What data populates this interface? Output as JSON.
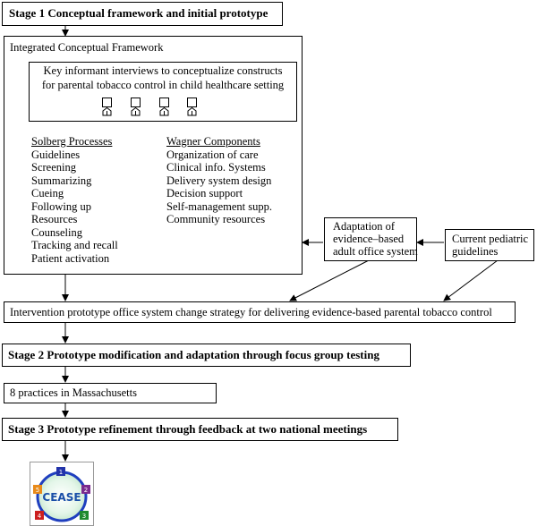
{
  "stage1": {
    "title": "Stage 1  Conceptual framework and initial prototype"
  },
  "framework": {
    "title": "Integrated Conceptual Framework",
    "interviews": {
      "line1": "Key informant interviews to conceptualize constructs",
      "line2": "for parental tobacco control in child healthcare setting",
      "person_icons": [
        "person-icon",
        "person-icon",
        "person-icon",
        "person-icon"
      ]
    },
    "solberg": {
      "heading": "Solberg Processes",
      "items": [
        "Guidelines",
        "Screening",
        "Summarizing",
        "Cueing",
        "Following up",
        "Resources",
        "Counseling",
        "Tracking and recall",
        "Patient activation"
      ]
    },
    "wagner": {
      "heading": "Wagner Components",
      "items": [
        "Organization of care",
        "Clinical info. Systems",
        "Delivery system design",
        "Decision support",
        "Self-management supp.",
        "Community resources"
      ]
    }
  },
  "adaptation": {
    "line1": "Adaptation of",
    "line2": "evidence–based",
    "line3": "adult office system"
  },
  "guidelines": {
    "line1": "Current pediatric",
    "line2": "guidelines"
  },
  "prototype": {
    "text": "Intervention prototype office system change strategy for delivering evidence-based parental tobacco control"
  },
  "stage2": {
    "title": "Stage 2 Prototype modification and  adaptation through focus  group testing"
  },
  "practices": {
    "text": "8  practices in Massachusetts"
  },
  "stage3": {
    "title": "Stage 3 Prototype refinement through feedback at two national meetings"
  },
  "logo": {
    "text": "CEASE",
    "steps": [
      "1",
      "2",
      "3",
      "4",
      "5"
    ],
    "colors": {
      "ring": "#1f3fbf",
      "text": "#1a4fa8",
      "step1": "#2233aa",
      "step2": "#7b2a8f",
      "step3": "#1e8a2e",
      "step4": "#cc1f1f",
      "step5": "#e88a1a"
    }
  }
}
